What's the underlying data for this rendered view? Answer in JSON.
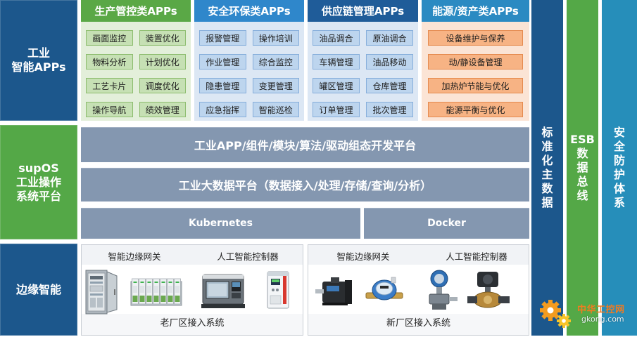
{
  "left_column": {
    "apps": {
      "lines": [
        "工业",
        "智能APPs"
      ]
    },
    "platform": {
      "lines": [
        "supOS",
        "工业操作",
        "系统平台"
      ]
    },
    "edge": {
      "lines": [
        "边缘智能"
      ]
    }
  },
  "app_groups": [
    {
      "title": "生产管控类APPs",
      "items": [
        "画面监控",
        "装置优化",
        "物料分析",
        "计划优化",
        "工艺卡片",
        "调度优化",
        "操作导航",
        "绩效管理"
      ],
      "header_color": "#5aa846",
      "body_color": "#e3efda",
      "item_color": "#c6e0b4",
      "item_border": "#8dbd6e"
    },
    {
      "title": "安全环保类APPs",
      "items": [
        "报警管理",
        "操作培训",
        "作业管理",
        "综合监控",
        "隐患管理",
        "变更管理",
        "应急指挥",
        "智能巡检"
      ],
      "header_color": "#2f87cb",
      "body_color": "#dce7f4",
      "item_color": "#bdd5ee",
      "item_border": "#86aedb"
    },
    {
      "title": "供应链管理APPs",
      "items": [
        "油品调合",
        "原油调合",
        "车辆管理",
        "油品移动",
        "罐区管理",
        "仓库管理",
        "订单管理",
        "批次管理"
      ],
      "header_color": "#1f5c99",
      "body_color": "#dce7f4",
      "item_color": "#bdd5ee",
      "item_border": "#86aedb"
    },
    {
      "title": "能源/资产类APPs",
      "items": [
        "设备维护与保养",
        "动/静设备管理",
        "加热炉节能与优化",
        "能源平衡与优化"
      ],
      "header_color": "#2b8ac2",
      "body_color": "#fbe4d5",
      "item_color": "#f7b384",
      "item_border": "#e58a4e"
    }
  ],
  "platform_layers": {
    "dev_platform": "工业APP/组件/模块/算法/驱动组态开发平台",
    "big_data": "工业大数据平台（数据接入/处理/存储/查询/分析）",
    "kubernetes": "Kubernetes",
    "docker": "Docker"
  },
  "edge_sites": [
    {
      "gateway_label": "智能边缘网关",
      "controller_label": "人工智能控制器",
      "site_label": "老厂区接入系统",
      "devices": [
        "electrical-cabinet",
        "plc-module",
        "cnc-machine",
        "inverter"
      ]
    },
    {
      "gateway_label": "智能边缘网关",
      "controller_label": "人工智能控制器",
      "site_label": "新厂区接入系统",
      "devices": [
        "servo-motor",
        "water-meter",
        "pressure-transmitter",
        "valve-actuator"
      ]
    }
  ],
  "side_columns": [
    {
      "label": "标准化主数据",
      "color": "#1c578c"
    },
    {
      "label": "ESB数据总线",
      "color": "#54a847"
    },
    {
      "label": "安全防护体系",
      "color": "#268eba"
    }
  ],
  "watermark": {
    "name": "中华工控网",
    "domain": "gkong.com",
    "icon": "gear-icon"
  },
  "colors": {
    "dark_blue": "#1c578c",
    "green": "#54a847",
    "layer_gray": "#8497b0"
  }
}
